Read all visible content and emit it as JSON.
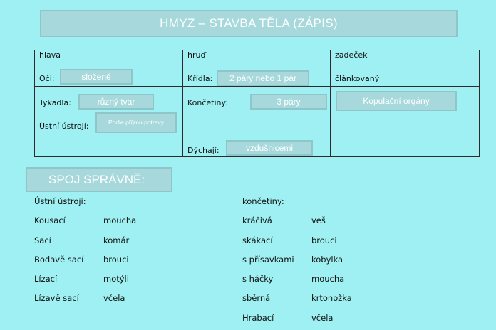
{
  "title": "HMYZ – STAVBA TĚLA  (ZÁPIS)",
  "table": {
    "headers": [
      "hlava",
      "hruď",
      "zadeček"
    ],
    "labels": {
      "oci": "Oči:",
      "tykadla": "Tykadla:",
      "ustni": "Ústní ústrojí:",
      "kridla": "Křídla:",
      "koncetiny": "Končetiny:",
      "dychaji": "Dýchají:",
      "clankovany": "článkovaný"
    },
    "answers": {
      "oci": "složené",
      "tykadla": "různý tvar",
      "ustni": "Podle příjmu potravy",
      "kridla": "2 páry nebo 1 pár",
      "koncetiny": "3 páry",
      "dychaji": "vzdušnicemi",
      "zadecek": "Kopulační orgány"
    }
  },
  "spoj": {
    "title": "SPOJ SPRÁVNĚ:",
    "left_heading": "Ústní ústrojí:",
    "left_terms": [
      "Kousací",
      "Sací",
      "Bodavě sací",
      "Lízací",
      "Lízavě sací"
    ],
    "left_insects": [
      "moucha",
      "komár",
      "brouci",
      "motýli",
      "včela"
    ],
    "right_heading": "končetiny:",
    "right_terms": [
      "kráčivá",
      "skákací",
      "s přísavkami",
      "s háčky",
      "sběrná",
      "Hrabací"
    ],
    "right_insects": [
      "veš",
      "brouci",
      "kobylka",
      "moucha",
      "krtonožka",
      "včela"
    ]
  },
  "colors": {
    "background": "#9ff0f2",
    "box": "#a7d9dc",
    "box_border": "#8fc6ca",
    "box_text": "#ffffff"
  }
}
